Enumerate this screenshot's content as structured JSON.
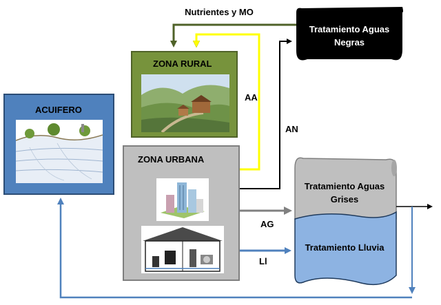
{
  "nodes": {
    "acuifero": {
      "title": "ACUIFERO"
    },
    "rural": {
      "title": "ZONA RURAL"
    },
    "urbana": {
      "title": "ZONA URBANA"
    },
    "aguas_negras": {
      "line1": "Tratamiento Aguas",
      "line2": "Negras"
    },
    "aguas_grises": {
      "line1": "Tratamiento  Aguas",
      "line2": "Grises"
    },
    "lluvia": {
      "title": "Tratamiento Lluvia"
    }
  },
  "edges": {
    "nutrientes": "Nutrientes y  MO",
    "aa": "AA",
    "an": "AN",
    "ag": "AG",
    "ll": "Ll"
  },
  "colors": {
    "acuifero": "#4f81bd",
    "rural": "#77933c",
    "urbana": "#bfbfbf",
    "aguas_negras": "#000000",
    "aguas_grises": "#bfbfbf",
    "lluvia": "#8db3e2",
    "flow_nutrientes": "#4f6228",
    "flow_aa": "#ffff00",
    "flow_blue": "#4f81bd",
    "flow_grey": "#808080"
  },
  "icons": [
    "aquifer-cross-section-image",
    "rural-landscape-image",
    "city-buildings-image",
    "house-cutaway-image"
  ]
}
